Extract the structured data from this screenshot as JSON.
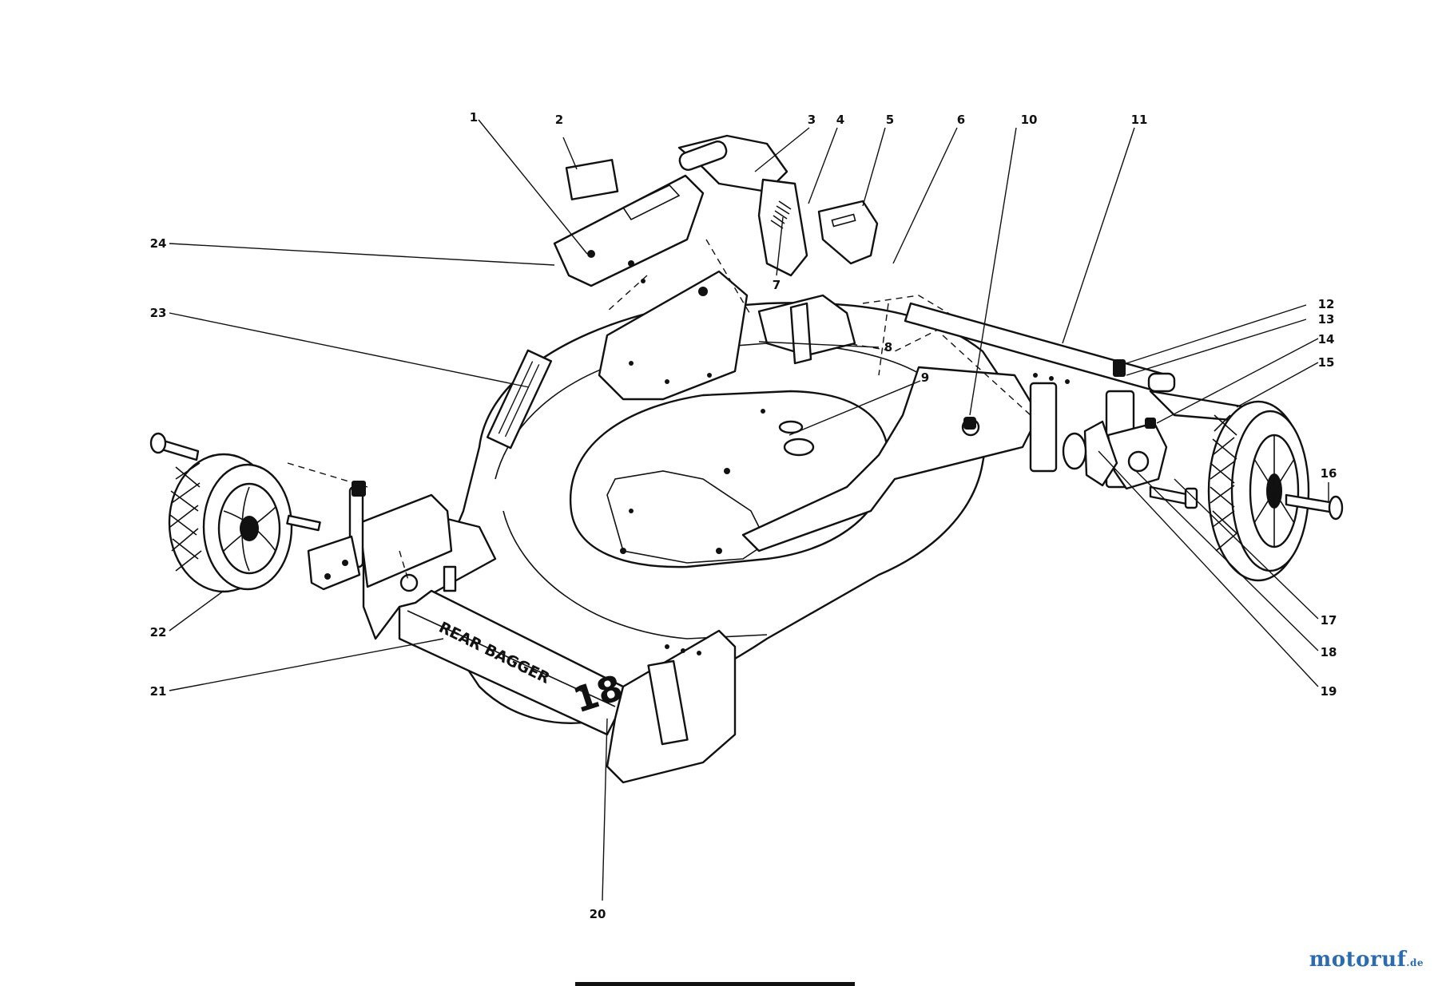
{
  "callouts": [
    "1",
    "2",
    "3",
    "4",
    "5",
    "6",
    "7",
    "8",
    "9",
    "10",
    "11",
    "12",
    "13",
    "14",
    "15",
    "16",
    "17",
    "18",
    "19",
    "20",
    "21",
    "22",
    "23",
    "24"
  ],
  "decals": {
    "rear_bagger": "REAR BAGGER",
    "size": "18"
  },
  "watermark": {
    "brand_main": "motoruf",
    "brand_suffix": ".de"
  }
}
